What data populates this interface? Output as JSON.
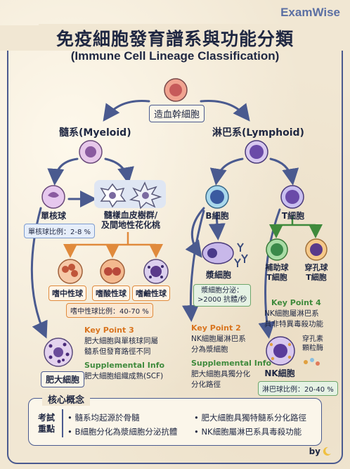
{
  "brand": "ExamWise",
  "title": "免疫細胞發育譜系與功能分類",
  "subtitle": "(Immune Cell Lineage Classification)",
  "root": "造血幹細胞",
  "myeloid": {
    "label": "髓系(Myeloid)",
    "monocyte": "單核球",
    "monocyte_ratio": "單核球比例：2-8 %",
    "dendritic": [
      "髓樣血皮樹群/",
      "及間地性花化桃"
    ],
    "granulocytes": [
      "嗜中性球",
      "嗜酸性球",
      "嗜鹼性球"
    ],
    "neutrophil_ratio": "嗜中性球比例：40-70 %",
    "mast_cell": "肥大細胞",
    "key_point_3": {
      "title": "Key Point 3",
      "lines": [
        "肥大細胞與單核球同屬",
        "髓系但發育路徑不同"
      ]
    },
    "supplemental": {
      "title": "Supplemental Info",
      "lines": [
        "肥大細胞組織成熟(SCF)"
      ]
    }
  },
  "lymphoid": {
    "label": "淋巴系(Lymphoid)",
    "b_cell": "B細胞",
    "t_cell": "T細胞",
    "plasma_cell": "漿細胞",
    "plasma_secretion": [
      "漿細胞分泌：",
      ">2000 抗體/秒"
    ],
    "helper_t": [
      "補助球",
      "T細胞"
    ],
    "cytotoxic_t": [
      "穿孔球",
      "T細胞"
    ],
    "key_point_2": {
      "title": "Key Point 2",
      "lines": [
        "NK細胞屬淋巴系",
        "分為漿細胞"
      ]
    },
    "supplemental": {
      "title": "Supplemental Info",
      "lines": [
        "肥大細胞具獨分化",
        "分化路徑"
      ]
    },
    "key_point_4": {
      "title": "Key Point 4",
      "lines": [
        "NK細胞屬淋巴系",
        "具非特異毒殺功能"
      ]
    },
    "nk_cell": "NK細胞",
    "nk_granules": [
      "穿孔素",
      "顆粒酶"
    ],
    "nk_ratio": "淋巴球比例：20-40 %"
  },
  "core_concepts": {
    "title": "核心概念",
    "side_label": [
      "考試",
      "重點"
    ],
    "items": [
      "髓系均起源於骨髓",
      "肥大細胞具獨特髓系分化路徑",
      "B細胞分化為漿細胞分泌抗體",
      "NK細胞屬淋巴系具毒殺功能"
    ]
  },
  "byline": "by"
}
